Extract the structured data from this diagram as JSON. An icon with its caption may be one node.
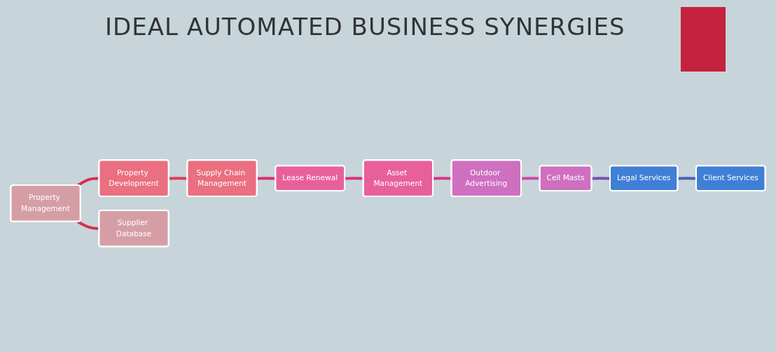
{
  "diagram": {
    "title": "IDEAL AUTOMATED BUSINESS SYNERGIES",
    "nodes": [
      {
        "text": [
          "Property Management"
        ]
      },
      {
        "text": [
          "Property Development"
        ]
      },
      {
        "text": [
          "Asset Management"
        ]
      },
      {
        "text": [
          "Outdoor Advertising"
        ]
      },
      {
        "text": [
          "Client Services"
        ]
      },
      {
        "text": [
          "Supplier Database"
        ]
      },
      {
        "text": [
          "Supply Chain Management"
        ]
      },
      {
        "text": [
          "Lease Renewal"
        ]
      },
      {
        "text": [
          "Cell Masts"
        ]
      },
      {
        "text": [
          "Legal Services"
        ]
      }
    ],
    "edges": [
      {
        "from": 0,
        "to": 5,
        "arrow": "none",
        "color": "#d4304e"
      },
      {
        "from": 0,
        "to": 1,
        "arrow": "none",
        "color": "#d92d52"
      },
      {
        "from": 1,
        "to": 6,
        "arrow": "none",
        "color": "#de3a5c"
      },
      {
        "from": 6,
        "to": 7,
        "arrow": "none",
        "color": "#d9306a"
      },
      {
        "from": 7,
        "to": 2,
        "arrow": "none",
        "color": "#dc2f78"
      },
      {
        "from": 2,
        "to": 3,
        "arrow": "none",
        "color": "#d8358c"
      },
      {
        "from": 3,
        "to": 8,
        "arrow": "none",
        "color": "#c94aa6"
      },
      {
        "from": 8,
        "to": 9,
        "arrow": "none",
        "color": "#7a4fae"
      },
      {
        "from": 9,
        "to": 4,
        "arrow": "none",
        "color": "#4c60b8"
      }
    ]
  }
}
